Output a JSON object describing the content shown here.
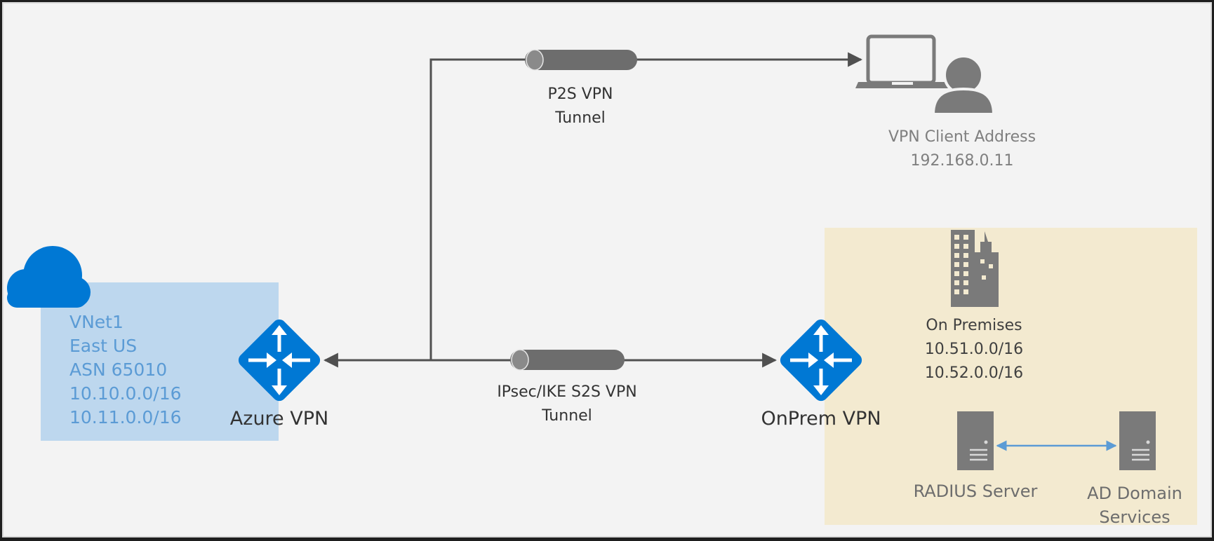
{
  "azure_vnet": {
    "lines": [
      "VNet1",
      "East US",
      "ASN 65010",
      "10.10.0.0/16",
      "10.11.0.0/16"
    ]
  },
  "azure_vpn": {
    "label": "Azure VPN"
  },
  "onprem_vpn": {
    "label": "OnPrem VPN"
  },
  "p2s_tunnel": {
    "label_line1": "P2S VPN",
    "label_line2": "Tunnel"
  },
  "s2s_tunnel": {
    "label_line1": "IPsec/IKE S2S VPN",
    "label_line2": "Tunnel"
  },
  "vpn_client": {
    "line1": "VPN Client Address",
    "line2": "192.168.0.11"
  },
  "on_premises": {
    "lines": [
      "On Premises",
      "10.51.0.0/16",
      "10.52.0.0/16"
    ]
  },
  "radius_server": {
    "label": "RADIUS Server"
  },
  "ad_domain": {
    "line1": "AD Domain",
    "line2": "Services"
  },
  "colors": {
    "azure_blue": "#0078d4",
    "vnet_panel": "#bdd7ee",
    "onprem_panel": "#f3ead0",
    "tunnel_gray": "#6d6d6d",
    "connector": "#505050",
    "link_blue": "#5b9bd5"
  }
}
